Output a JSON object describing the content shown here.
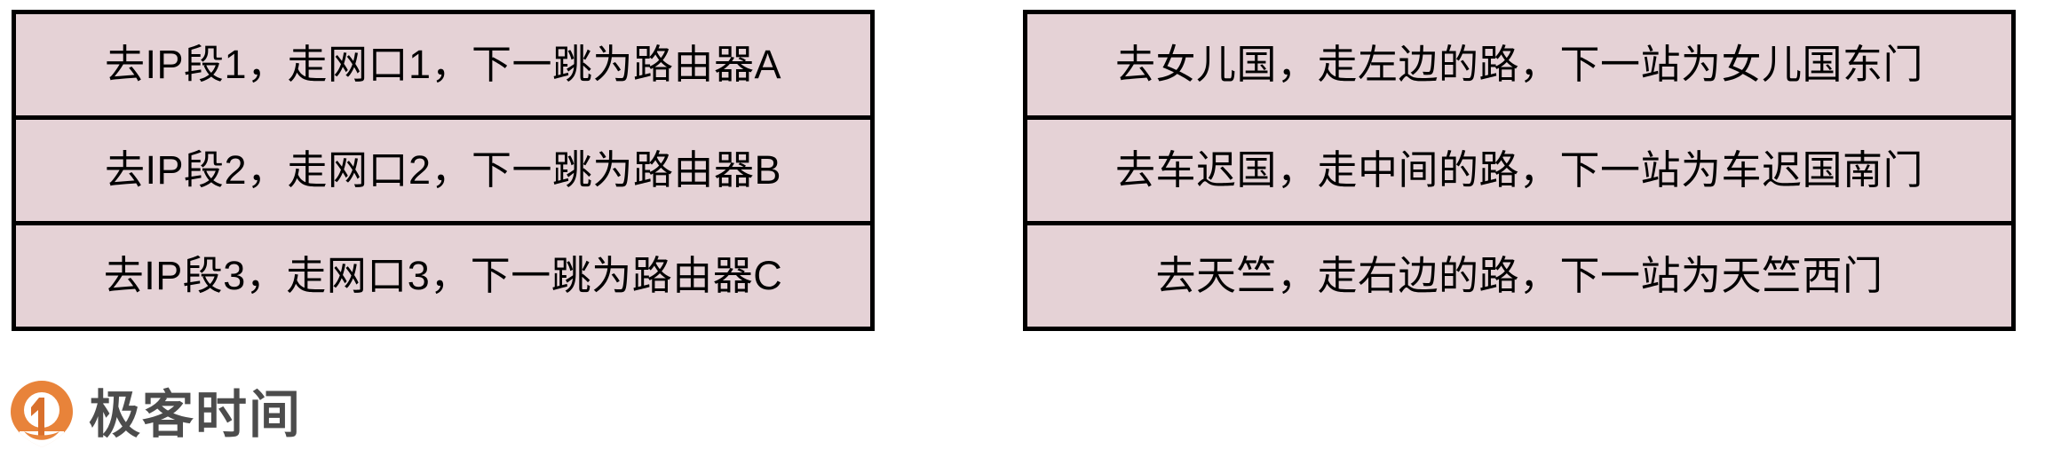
{
  "page": {
    "background_color": "#ffffff",
    "cell_fill_color": "#e5d2d6",
    "border_color": "#000000",
    "text_color": "#000000"
  },
  "tables": {
    "left": {
      "name": "ip-routing-table",
      "rows": [
        {
          "text": "去IP段1，走网口1，下一跳为路由器A"
        },
        {
          "text": "去IP段2，走网口2，下一跳为路由器B"
        },
        {
          "text": "去IP段3，走网口3，下一跳为路由器C"
        }
      ]
    },
    "right": {
      "name": "journey-analogy-table",
      "rows": [
        {
          "text": "去女儿国，走左边的路，下一站为女儿国东门"
        },
        {
          "text": "去车迟国，走中间的路，下一站为车迟国南门"
        },
        {
          "text": "去天竺，走右边的路，下一站为天竺西门"
        }
      ]
    }
  },
  "brand": {
    "name": "极客时间",
    "mark_icon": "geektime-pin-icon",
    "mark_color": "#e8833a",
    "mark_color_dark": "#d9702c",
    "text_color": "#4c4c4c"
  }
}
